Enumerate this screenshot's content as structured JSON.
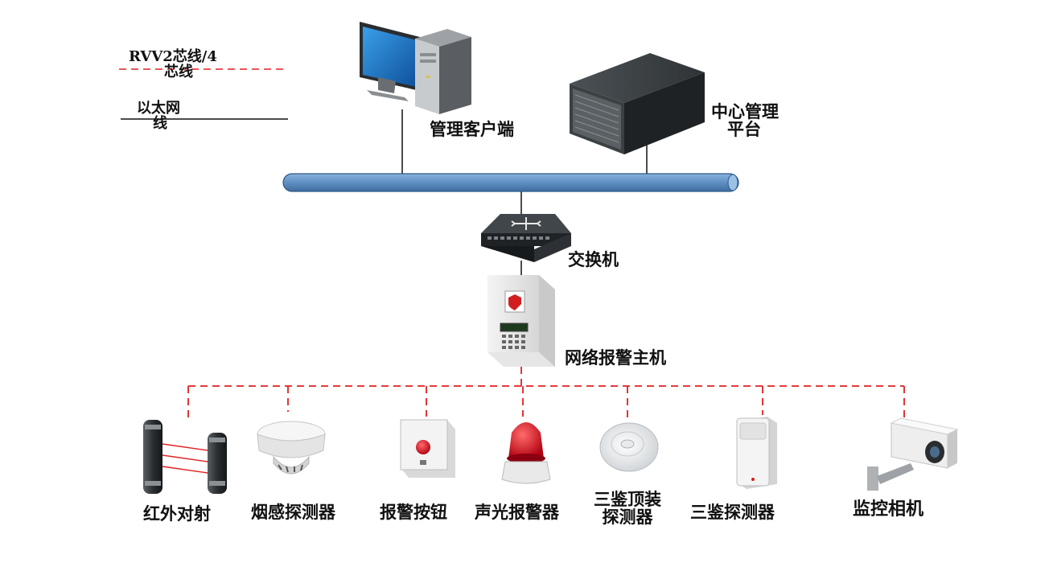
{
  "legend": {
    "rvv_line1": "RVV2芯线/4",
    "rvv_line2": "芯线",
    "eth_line1": "以太网",
    "eth_line2": "线",
    "rvv_color": "#e02020",
    "eth_color": "#111111"
  },
  "nodes": {
    "client": "管理客户端",
    "platform_line1": "中心管理",
    "platform_line2": "平台",
    "switch": "交换机",
    "alarm_host": "网络报警主机"
  },
  "devices": [
    {
      "label": "红外对射",
      "icon": "infrared-beam-icon"
    },
    {
      "label": "烟感探测器",
      "icon": "smoke-detector-icon"
    },
    {
      "label": "报警按钮",
      "icon": "alarm-button-icon"
    },
    {
      "label": "声光报警器",
      "icon": "strobe-siren-icon"
    },
    {
      "label_line1": "三鉴顶装",
      "label_line2": "探测器",
      "icon": "ceiling-detector-icon"
    },
    {
      "label": "三鉴探测器",
      "icon": "triple-tech-detector-icon"
    },
    {
      "label": "监控相机",
      "icon": "surveillance-camera-icon"
    }
  ],
  "colors": {
    "backbone": "#5f8fc3",
    "backbone_edge": "#2d5a8a",
    "wire_red": "#e02020"
  }
}
